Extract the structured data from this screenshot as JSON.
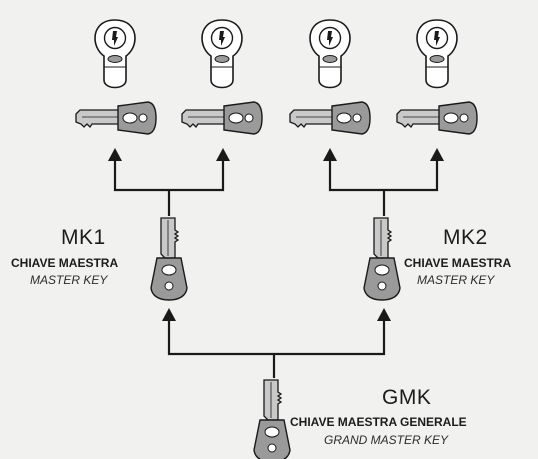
{
  "diagram": {
    "mk1": {
      "code": "MK1",
      "name_it": "CHIAVE MAESTRA",
      "name_en": "MASTER KEY"
    },
    "mk2": {
      "code": "MK2",
      "name_it": "CHIAVE MAESTRA",
      "name_en": "MASTER KEY"
    },
    "gmk": {
      "code": "GMK",
      "name_it": "CHIAVE MAESTRA GENERALE",
      "name_en": "GRAND MASTER KEY"
    },
    "colors": {
      "line": "#1a1a1a",
      "key_fill": "#9a9a9a",
      "key_light": "#c9c9c9",
      "background": "#f1f1f0"
    },
    "icons": [
      "cylinder-lock-icon",
      "key-icon",
      "arrow-up-icon"
    ]
  }
}
